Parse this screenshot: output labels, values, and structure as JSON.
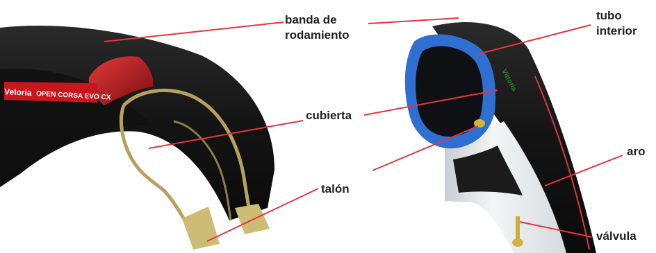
{
  "labels": {
    "banda": "banda de rodamiento",
    "tubo": "tubo interior",
    "cubierta": "cubierta",
    "talon": "talón",
    "aro": "aro",
    "valvula": "válvula"
  },
  "brand_text": {
    "logo": "Veloria",
    "sidewall": "OPEN CORSA EVO CX",
    "inner_sidewall": "Vittoria"
  },
  "colors": {
    "leader_line": "#e8343e",
    "tire_black": "#161616",
    "inner_tube_blue": "#2f6fd2",
    "rim_white": "#e9ecef",
    "bead_gold": "#b7a160",
    "red_casing": "#b8161a",
    "valve_gold": "#d3b440"
  }
}
